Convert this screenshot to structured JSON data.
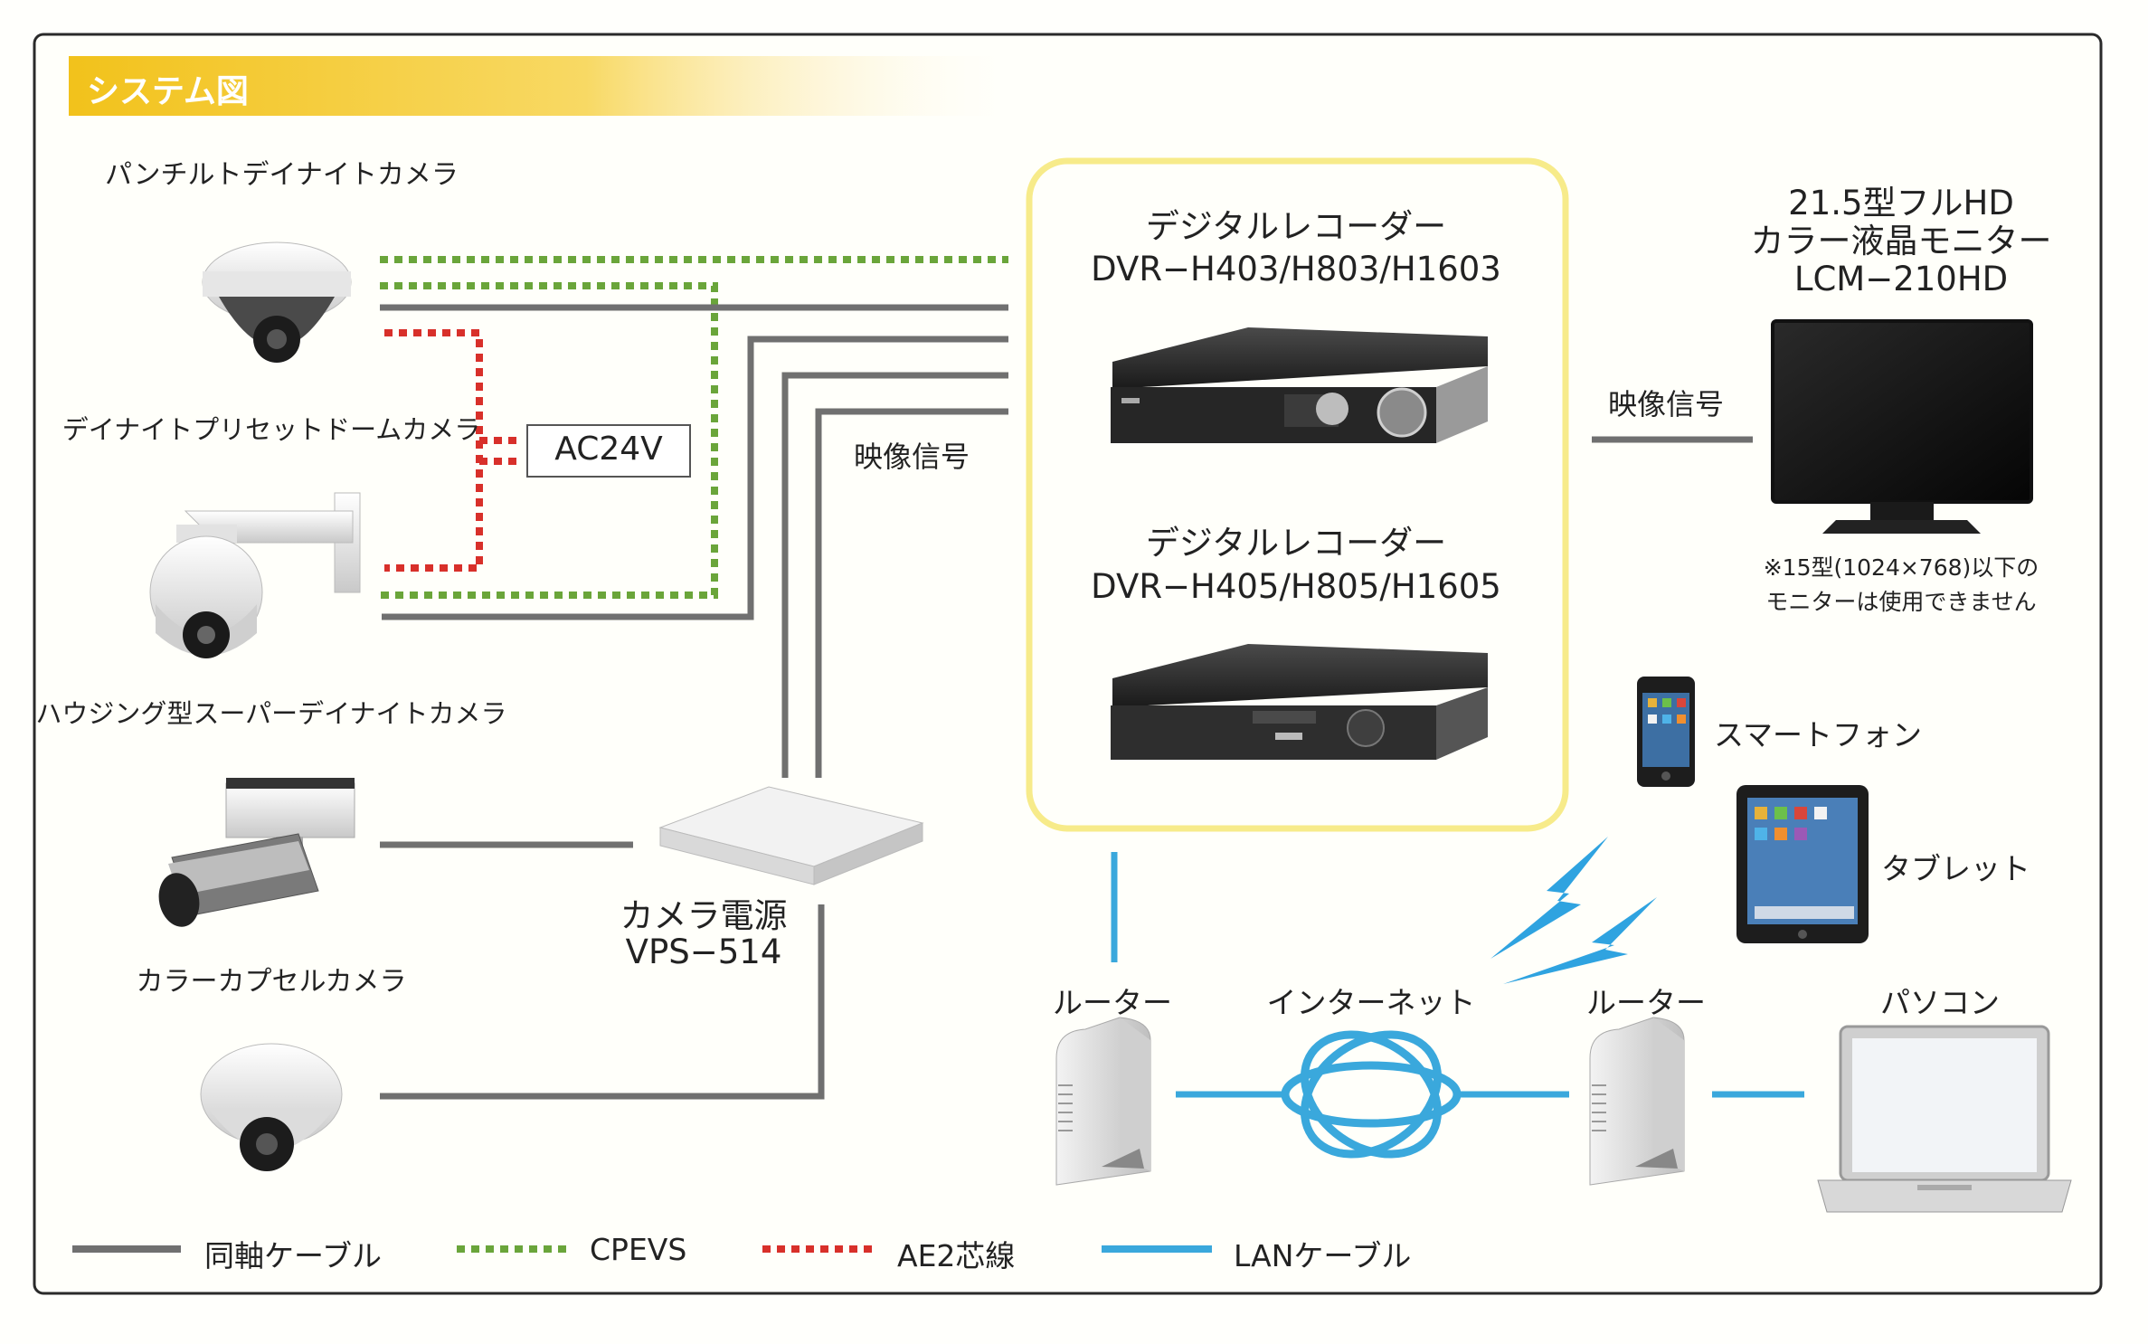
{
  "title": "システム図",
  "colors": {
    "frame": "#2a2a2a",
    "title_band_start": "#f2c21b",
    "title_band_end": "#fffaf0",
    "coax": "#707070",
    "cpevs": "#6aa53a",
    "ae2": "#d8302a",
    "lan": "#3aa8dc",
    "dvr_box": "#f7eb8a"
  },
  "cameras": {
    "group_label": "パンチルトデイナイトカメラ",
    "dome_preset": "デイナイトプリセットドームカメラ",
    "housing": "ハウジング型スーパーデイナイトカメラ",
    "capsule": "カラーカプセルカメラ"
  },
  "ac24v": "AC24V",
  "video_signal_left": "映像信号",
  "power_supply": {
    "line1": "カメラ電源",
    "line2": "VPS−514"
  },
  "dvr1": {
    "line1": "デジタルレコーダー",
    "line2": "DVR−H403/H803/H1603"
  },
  "dvr2": {
    "line1": "デジタルレコーダー",
    "line2": "DVR−H405/H805/H1605"
  },
  "video_signal_right": "映像信号",
  "monitor": {
    "line1": "21.5型フルHD",
    "line2": "カラー液晶モニター",
    "line3": "LCM−210HD",
    "note1": "※15型(1024×768)以下の",
    "note2": "モニターは使用できません"
  },
  "smartphone": "スマートフォン",
  "tablet": "タブレット",
  "router_left": "ルーター",
  "internet": "インターネット",
  "router_right": "ルーター",
  "pc": "パソコン",
  "legend": [
    {
      "label": "同軸ケーブル",
      "style": "coax"
    },
    {
      "label": "CPEVS",
      "style": "cpevs"
    },
    {
      "label": "AE2芯線",
      "style": "ae2"
    },
    {
      "label": "LANケーブル",
      "style": "lan"
    }
  ]
}
